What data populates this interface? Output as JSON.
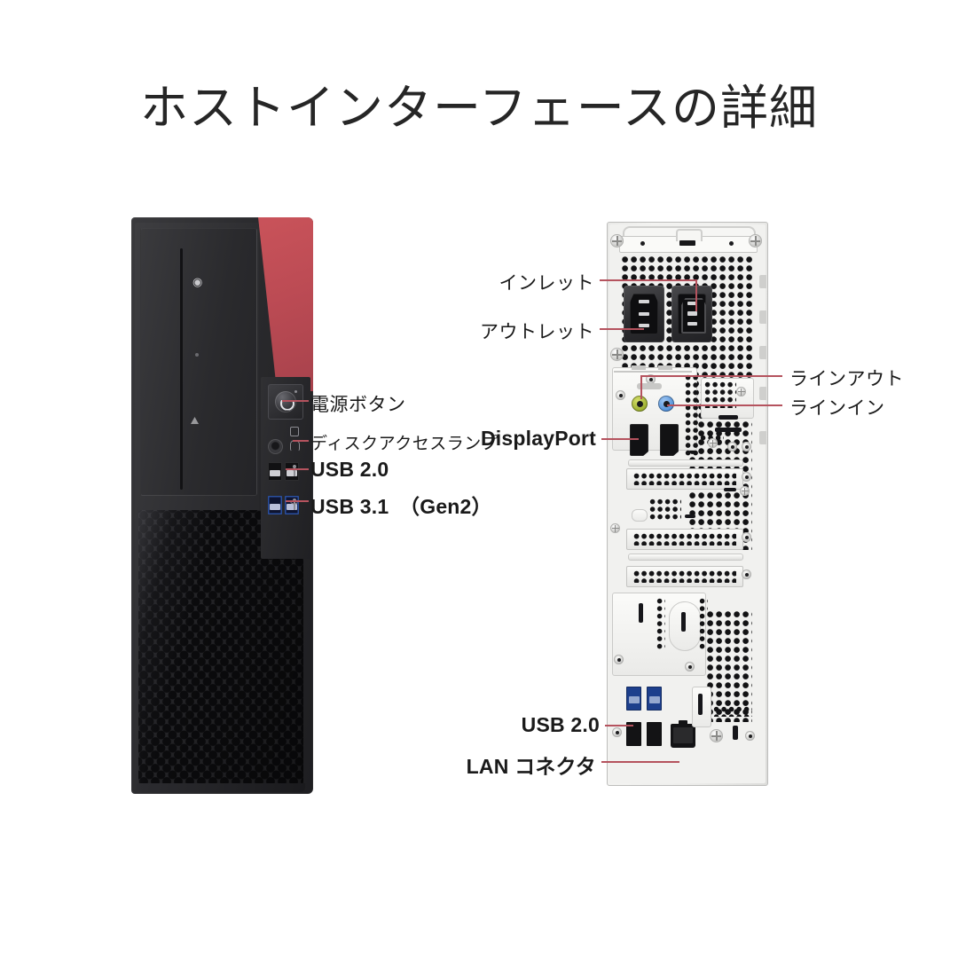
{
  "page": {
    "title": "ホストインターフェースの詳細",
    "background_color": "#ffffff",
    "leader_line_color": "#b5535e",
    "text_color": "#1a1a1a"
  },
  "front_panel": {
    "name": "front-panel-diagram",
    "accent_color": "#c9535a",
    "chassis_color": "#2a2a2d",
    "callouts": [
      {
        "id": "power-button",
        "label": "電源ボタン",
        "script": "jp"
      },
      {
        "id": "disk-access-lamp",
        "label": "ディスクアクセスランプ",
        "script": "jp"
      },
      {
        "id": "usb-2-0",
        "label": "USB 2.0",
        "script": "en"
      },
      {
        "id": "usb-3-1-gen2",
        "label": "USB 3.1　（Gen2）",
        "script": "en"
      }
    ]
  },
  "rear_panel": {
    "name": "rear-panel-diagram",
    "chassis_color": "#f1f1ef",
    "callouts_left": [
      {
        "id": "inlet",
        "label": "インレット",
        "script": "jp"
      },
      {
        "id": "outlet",
        "label": "アウトレット",
        "script": "jp"
      },
      {
        "id": "displayport",
        "label": "DisplayPort",
        "script": "en"
      },
      {
        "id": "usb-2-0-rear",
        "label": "USB 2.0",
        "script": "en"
      },
      {
        "id": "lan-connector",
        "label": "LAN コネクタ",
        "script": "en"
      }
    ],
    "callouts_right": [
      {
        "id": "line-out",
        "label": "ラインアウト",
        "script": "jp"
      },
      {
        "id": "line-in",
        "label": "ラインイン",
        "script": "jp"
      }
    ],
    "port_colors": {
      "line_out": "#9aad2e",
      "line_in": "#4f8fd8",
      "usb_3_blue": "#1d3f8c"
    }
  }
}
